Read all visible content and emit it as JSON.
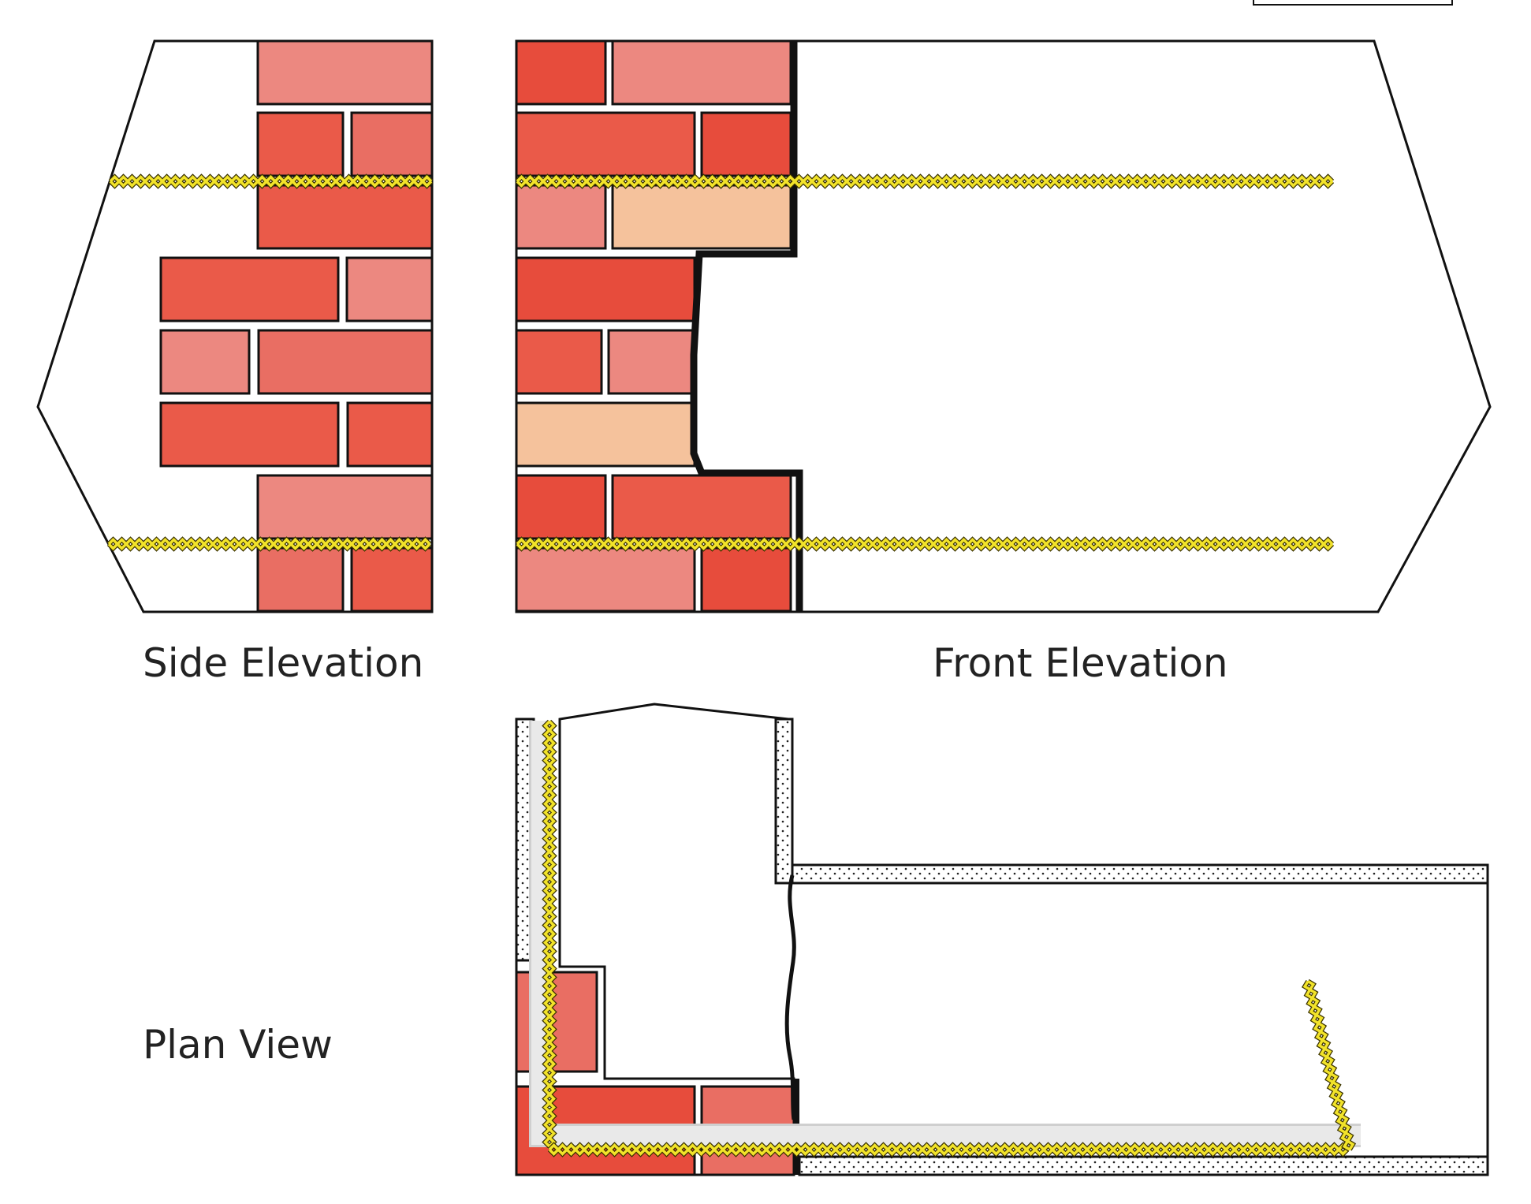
{
  "labels": {
    "side_elevation": "Side Elevation",
    "front_elevation": "Front Elevation",
    "plan_view": "Plan View"
  },
  "colors": {
    "brick_light": "#EC8880",
    "brick_mid": "#E96E63",
    "brick_dark": "#E74C3C",
    "brick_red": "#EA5A49",
    "brick_tan": "#F5C29C",
    "tie": "#F2E32A",
    "tie_edge": "#3A3200",
    "mortar": "#D8D8D8",
    "outline": "#111111"
  }
}
